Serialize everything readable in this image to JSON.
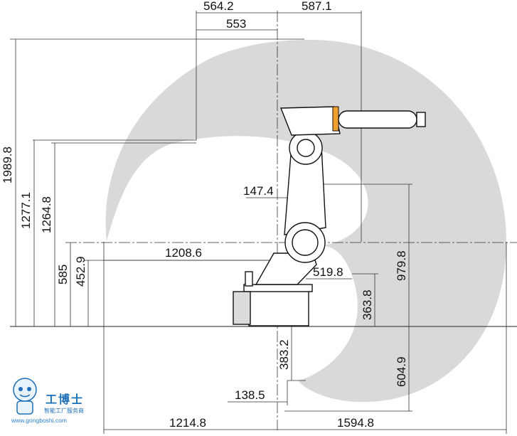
{
  "dimensions": {
    "top_outer": "564.2",
    "top_right": "587.1",
    "top_inner": "553",
    "height_total": "1989.8",
    "height_1277": "1277.1",
    "height_1264": "1264.8",
    "height_585": "585",
    "height_452": "452.9",
    "reach_1208": "1208.6",
    "offset_147": "147.4",
    "offset_519": "519.8",
    "height_979": "979.8",
    "height_363": "363.8",
    "depth_383": "383.2",
    "offset_138": "138.5",
    "depth_604": "604.9",
    "bottom_left": "1214.8",
    "bottom_right": "1594.8"
  },
  "watermark": {
    "title": "工博士",
    "subtitle": "智能工厂服务商",
    "url": "www.gongboshi.com"
  },
  "colors": {
    "work_envelope": "#d9d9d9",
    "accent": "#f0a030",
    "logo": "#1d6fb8"
  }
}
